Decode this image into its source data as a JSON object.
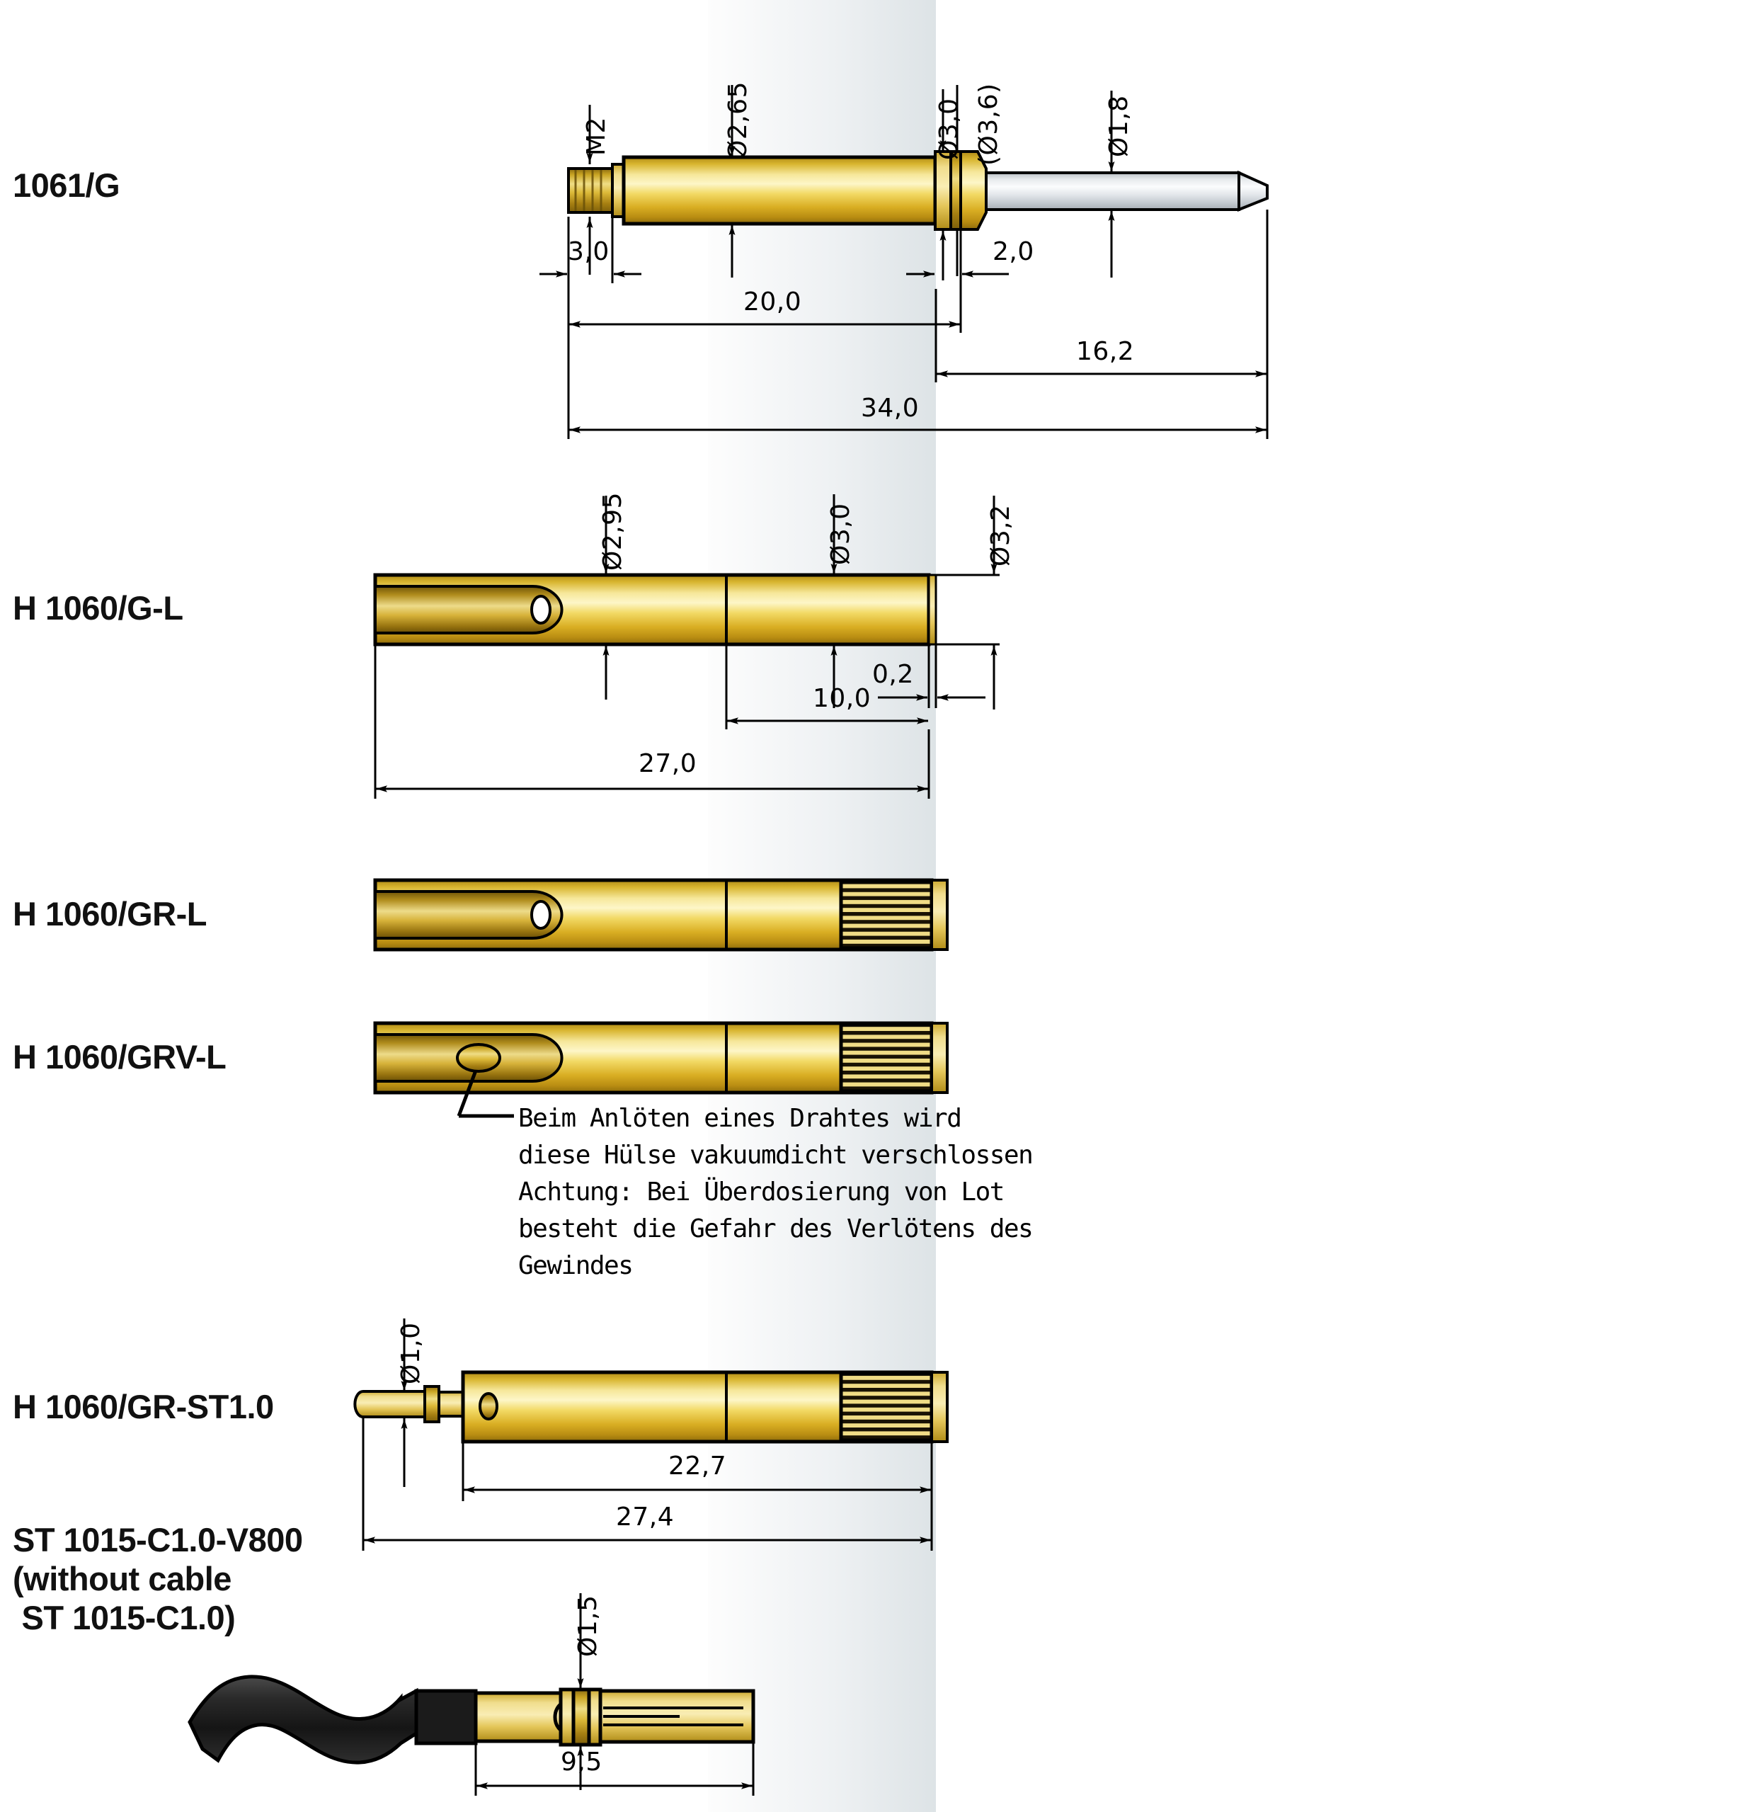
{
  "page": {
    "title": "Technische Zeichnung Prüfstifte / Hülsen",
    "background_color": "#ffffff",
    "band_color_left": "#fdfdfd",
    "band_color_right": "#dfe4e7",
    "brass_color": "#e3c84a",
    "steel_color": "#d9dde0",
    "black_color": "#1a1a1a"
  },
  "parts": [
    {
      "id": "1061-g",
      "label": "1061/G",
      "dimensions": {
        "thread": "M2",
        "body_dia": "Ø2,65",
        "collar_dia": "Ø3,0",
        "flange_dia": "(Ø3,6)",
        "tip_dia": "Ø1,8",
        "thread_len": "3,0",
        "collar_len": "2,0",
        "sleeve_len": "20,0",
        "tip_len": "16,2",
        "total_len": "34,0"
      }
    },
    {
      "id": "h1060-g-l",
      "label": "H 1060/G-L",
      "dimensions": {
        "front_dia": "Ø2,95",
        "mid_dia": "Ø3,0",
        "rear_dia": "Ø3,2",
        "rear_step": "0,2",
        "rear_len": "10,0",
        "total_len": "27,0"
      }
    },
    {
      "id": "h1060-gr-l",
      "label": "H 1060/GR-L",
      "dimensions": {}
    },
    {
      "id": "h1060-grv-l",
      "label": "H 1060/GRV-L",
      "dimensions": {},
      "note": [
        "Beim Anlöten eines Drahtes wird",
        "diese Hülse vakuumdicht verschlossen",
        "Achtung: Bei Überdosierung von Lot",
        "besteht die Gefahr des Verlötens des",
        "Gewindes"
      ]
    },
    {
      "id": "h1060-gr-st10",
      "label": "H 1060/GR-ST1.0",
      "dimensions": {
        "pin_dia": "Ø1,0",
        "body_len": "22,7",
        "total_len": "27,4"
      }
    },
    {
      "id": "st1015-c10-v800",
      "label": "ST 1015-C1.0-V800\n(without cable\n ST 1015-C1.0)",
      "dimensions": {
        "sleeve_dia": "Ø1,5",
        "length": "9,5"
      }
    }
  ]
}
